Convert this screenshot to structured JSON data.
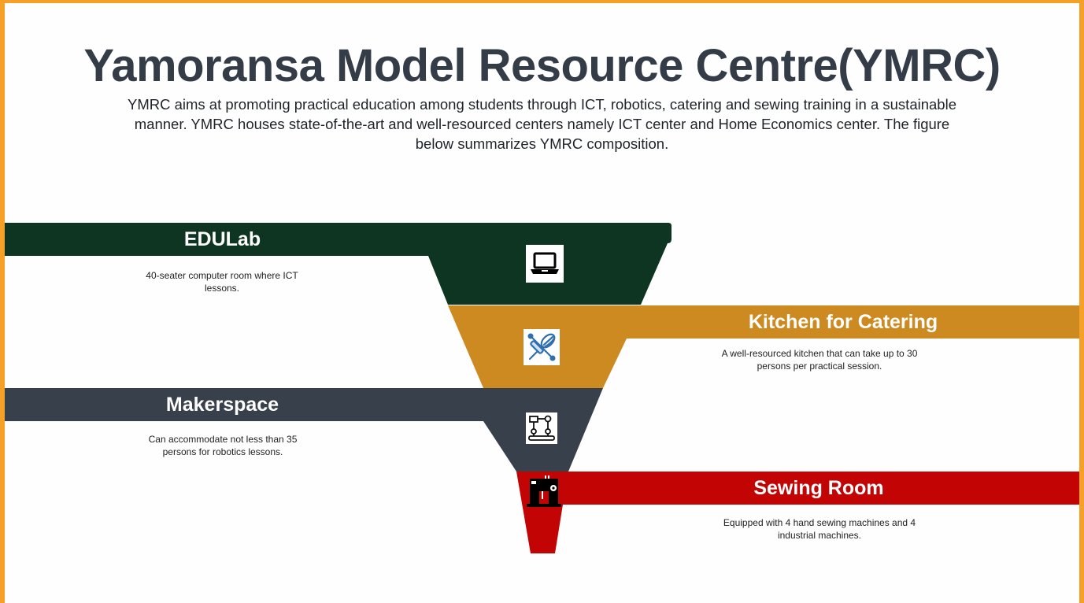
{
  "title": "Yamoransa Model Resource Centre(YMRC)",
  "intro": "YMRC aims at promoting practical education among students through ICT, robotics, catering and sewing training in a sustainable manner. YMRC houses state-of-the-art and well-resourced centers namely ICT center and Home Economics center. The figure below summarizes YMRC composition.",
  "colors": {
    "frame": "#f5a027",
    "edulab": "#0d3522",
    "kitchen": "#cd8a20",
    "makerspace": "#38404c",
    "sewing": "#c20404",
    "title_text": "#343c48"
  },
  "stages": [
    {
      "name": "EDULab",
      "description": "40-seater computer room where ICT lessons.",
      "icon": "laptop-icon"
    },
    {
      "name": "Kitchen for Catering",
      "description": "A well-resourced kitchen that can take up to 30 persons per practical session.",
      "icon": "whisk-rolling-pin-icon"
    },
    {
      "name": "Makerspace",
      "description": "Can accommodate not less than 35 persons for robotics lessons.",
      "icon": "robot-arm-icon"
    },
    {
      "name": "Sewing Room",
      "description": "Equipped with 4 hand sewing machines and 4 industrial machines.",
      "icon": "sewing-machine-icon"
    }
  ]
}
